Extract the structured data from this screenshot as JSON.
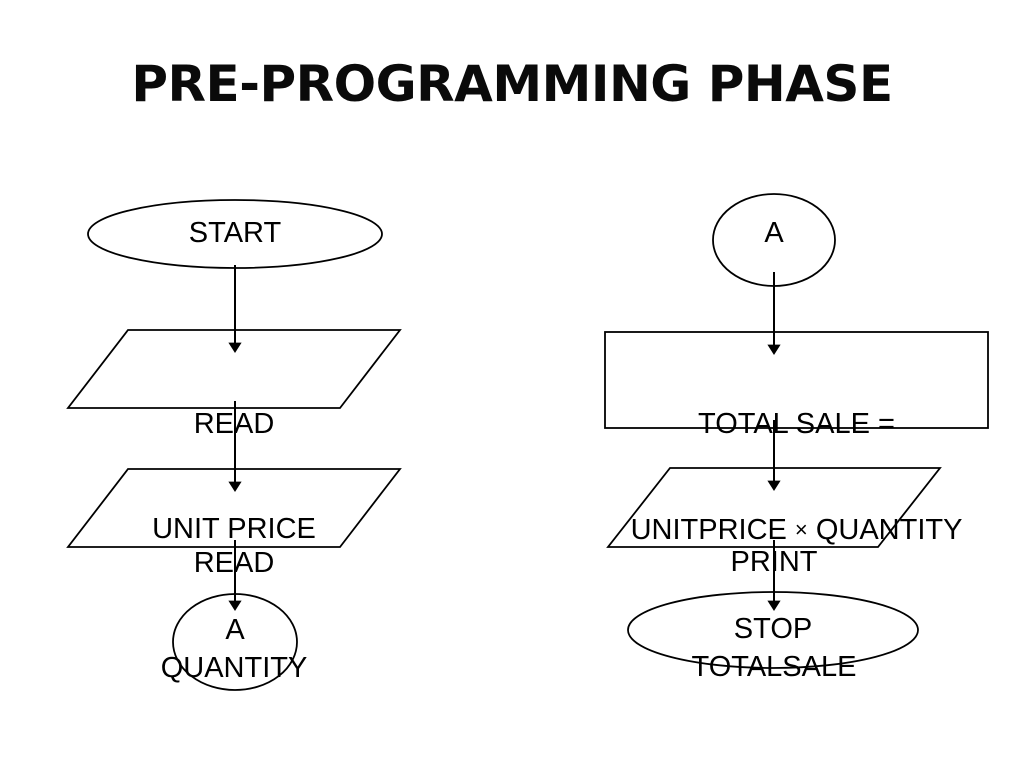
{
  "slide": {
    "title": "PRE-PROGRAMMING PHASE",
    "background_color": "#ffffff",
    "stroke_color": "#000000",
    "text_color": "#000000"
  },
  "diagram": {
    "type": "flowchart",
    "columns": [
      {
        "name": "left-column",
        "nodes": [
          {
            "id": "start",
            "shape": "ellipse",
            "label": "START"
          },
          {
            "id": "read-unit-price",
            "shape": "parallelogram",
            "label_line1": "READ",
            "label_line2": "UNIT PRICE"
          },
          {
            "id": "read-quantity",
            "shape": "parallelogram",
            "label_line1": "READ",
            "label_line2": "QUANTITY"
          },
          {
            "id": "connector-a-out",
            "shape": "circle",
            "label": "A"
          }
        ]
      },
      {
        "name": "right-column",
        "nodes": [
          {
            "id": "connector-a-in",
            "shape": "circle",
            "label": "A"
          },
          {
            "id": "total-sale",
            "shape": "rectangle",
            "label_line1": "TOTAL SALE =",
            "label_line2_pre": "UNITPRICE ",
            "label_line2_symbol": "×",
            "label_line2_post": " QUANTITY"
          },
          {
            "id": "print-totalsale",
            "shape": "parallelogram",
            "label_line1": "PRINT",
            "label_line2": "TOTALSALE"
          },
          {
            "id": "stop",
            "shape": "ellipse",
            "label": "STOP"
          }
        ]
      }
    ],
    "edges": [
      {
        "from": "start",
        "to": "read-unit-price",
        "style": "arrow-down"
      },
      {
        "from": "read-unit-price",
        "to": "read-quantity",
        "style": "arrow-down"
      },
      {
        "from": "read-quantity",
        "to": "connector-a-out",
        "style": "arrow-down"
      },
      {
        "from": "connector-a-in",
        "to": "total-sale",
        "style": "arrow-down"
      },
      {
        "from": "total-sale",
        "to": "print-totalsale",
        "style": "arrow-down"
      },
      {
        "from": "print-totalsale",
        "to": "stop",
        "style": "arrow-down"
      }
    ]
  }
}
